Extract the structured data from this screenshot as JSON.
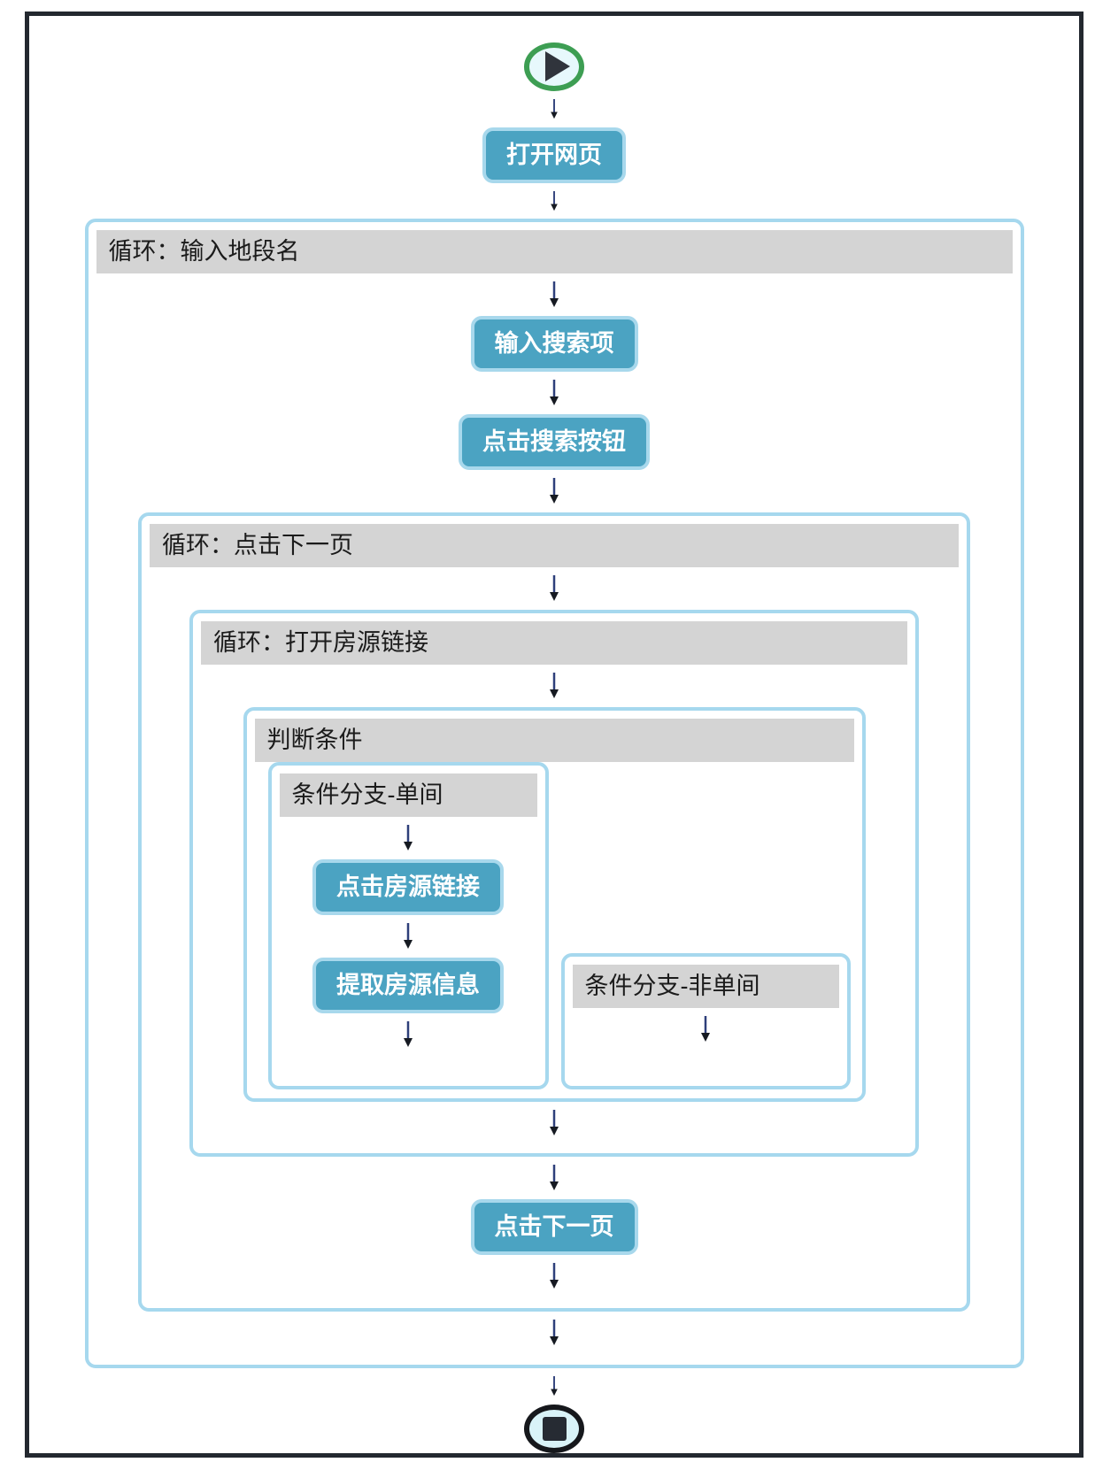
{
  "colors": {
    "frame_border": "#23282F",
    "container_border": "#A6D8EE",
    "header_bg": "#D4D4D4",
    "header_text": "#1B1B1B",
    "node_fill": "#4BA3C2",
    "node_border": "#A8D8EC",
    "node_text": "#FFFFFF",
    "start_ring_green": "#3D9E53",
    "end_ring_black": "#16181C",
    "round_node_fill": "#D9F3F8",
    "arrow": "#2E3F7A"
  },
  "flow": {
    "start": {
      "icon": "play-icon"
    },
    "open_webpage_label": "打开网页",
    "loop_area": {
      "title": "循环：输入地段名",
      "input_search_label": "输入搜索项",
      "click_search_label": "点击搜索按钮",
      "loop_next_page": {
        "title": "循环：点击下一页",
        "loop_open_listing": {
          "title": "循环：打开房源链接",
          "condition": {
            "title": "判断条件",
            "branch_single": {
              "title": "条件分支-单间",
              "click_listing_label": "点击房源链接",
              "extract_info_label": "提取房源信息"
            },
            "branch_non_single": {
              "title": "条件分支-非单间"
            }
          }
        },
        "click_next_page_label": "点击下一页"
      }
    },
    "end": {
      "icon": "stop-icon"
    }
  }
}
